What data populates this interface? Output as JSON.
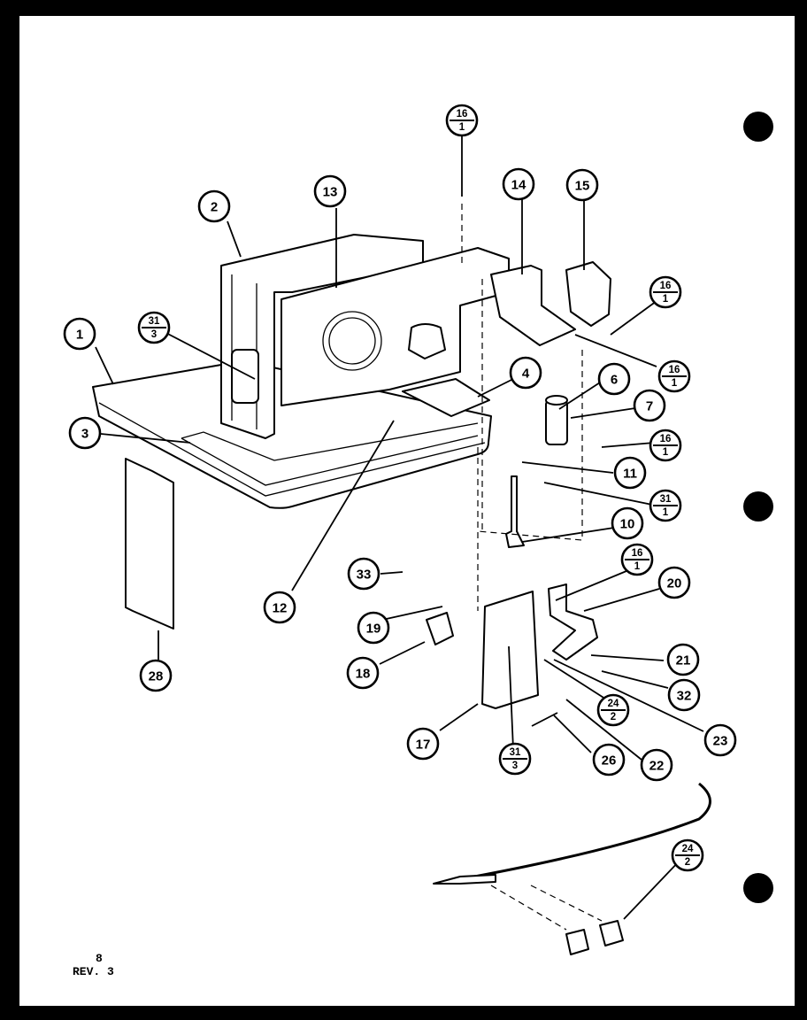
{
  "page": {
    "number": "8",
    "revision": "REV. 3"
  },
  "callouts": [
    {
      "id": "c1",
      "label": "1"
    },
    {
      "id": "c2",
      "label": "2"
    },
    {
      "id": "c3",
      "label": "3"
    },
    {
      "id": "c4",
      "label": "4"
    },
    {
      "id": "c6",
      "label": "6"
    },
    {
      "id": "c7",
      "label": "7"
    },
    {
      "id": "c10",
      "label": "10"
    },
    {
      "id": "c11",
      "label": "11"
    },
    {
      "id": "c12",
      "label": "12"
    },
    {
      "id": "c13",
      "label": "13"
    },
    {
      "id": "c14",
      "label": "14"
    },
    {
      "id": "c15",
      "label": "15"
    },
    {
      "id": "c17",
      "label": "17"
    },
    {
      "id": "c18",
      "label": "18"
    },
    {
      "id": "c19",
      "label": "19"
    },
    {
      "id": "c20",
      "label": "20"
    },
    {
      "id": "c21",
      "label": "21"
    },
    {
      "id": "c22",
      "label": "22"
    },
    {
      "id": "c23",
      "label": "23"
    },
    {
      "id": "c26",
      "label": "26"
    },
    {
      "id": "c28",
      "label": "28"
    },
    {
      "id": "c32",
      "label": "32"
    },
    {
      "id": "c33",
      "label": "33"
    }
  ],
  "fraction_callouts": [
    {
      "id": "f16a",
      "top": "16",
      "bottom": "1"
    },
    {
      "id": "f16b",
      "top": "16",
      "bottom": "1"
    },
    {
      "id": "f16c",
      "top": "16",
      "bottom": "1"
    },
    {
      "id": "f16d",
      "top": "16",
      "bottom": "1"
    },
    {
      "id": "f16e",
      "top": "16",
      "bottom": "1"
    },
    {
      "id": "f31a",
      "top": "31",
      "bottom": "3"
    },
    {
      "id": "f31b",
      "top": "31",
      "bottom": "1"
    },
    {
      "id": "f31c",
      "top": "31",
      "bottom": "3"
    },
    {
      "id": "f24a",
      "top": "24",
      "bottom": "2"
    },
    {
      "id": "f24b",
      "top": "24",
      "bottom": "2"
    }
  ]
}
